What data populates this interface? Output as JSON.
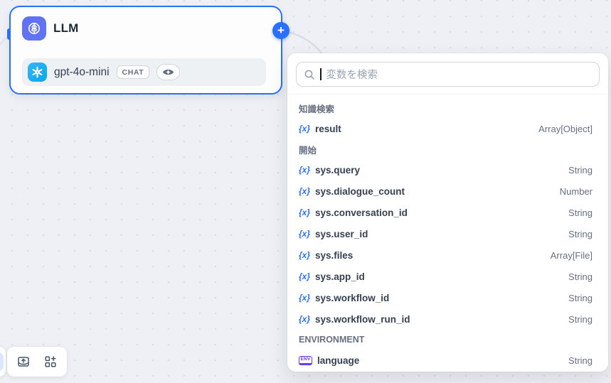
{
  "node": {
    "title": "LLM",
    "model": {
      "name": "gpt-4o-mini",
      "mode_badge": "CHAT"
    }
  },
  "plus_button": {
    "glyph": "+"
  },
  "panel": {
    "search_placeholder": "変数を検索",
    "icons": {
      "variable_glyph": "{x}",
      "env_glyph": "ENV"
    },
    "groups": [
      {
        "label": "知識検索",
        "items": [
          {
            "icon": "variable-icon",
            "name": "result",
            "type": "Array[Object]"
          }
        ]
      },
      {
        "label": "開始",
        "items": [
          {
            "icon": "variable-icon",
            "name": "sys.query",
            "type": "String"
          },
          {
            "icon": "variable-icon",
            "name": "sys.dialogue_count",
            "type": "Number"
          },
          {
            "icon": "variable-icon",
            "name": "sys.conversation_id",
            "type": "String"
          },
          {
            "icon": "variable-icon",
            "name": "sys.user_id",
            "type": "String"
          },
          {
            "icon": "variable-icon",
            "name": "sys.files",
            "type": "Array[File]"
          },
          {
            "icon": "variable-icon",
            "name": "sys.app_id",
            "type": "String"
          },
          {
            "icon": "variable-icon",
            "name": "sys.workflow_id",
            "type": "String"
          },
          {
            "icon": "variable-icon",
            "name": "sys.workflow_run_id",
            "type": "String"
          }
        ]
      },
      {
        "label": "ENVIRONMENT",
        "items": [
          {
            "icon": "env-icon",
            "name": "language",
            "type": "String"
          }
        ]
      }
    ]
  },
  "colors": {
    "accent": "#2970ff",
    "node_icon_bg": "#6172f3",
    "provider_icon_bg": "#0ba5ec",
    "env_accent": "#6938ef",
    "canvas_bg": "#eef0f5"
  }
}
